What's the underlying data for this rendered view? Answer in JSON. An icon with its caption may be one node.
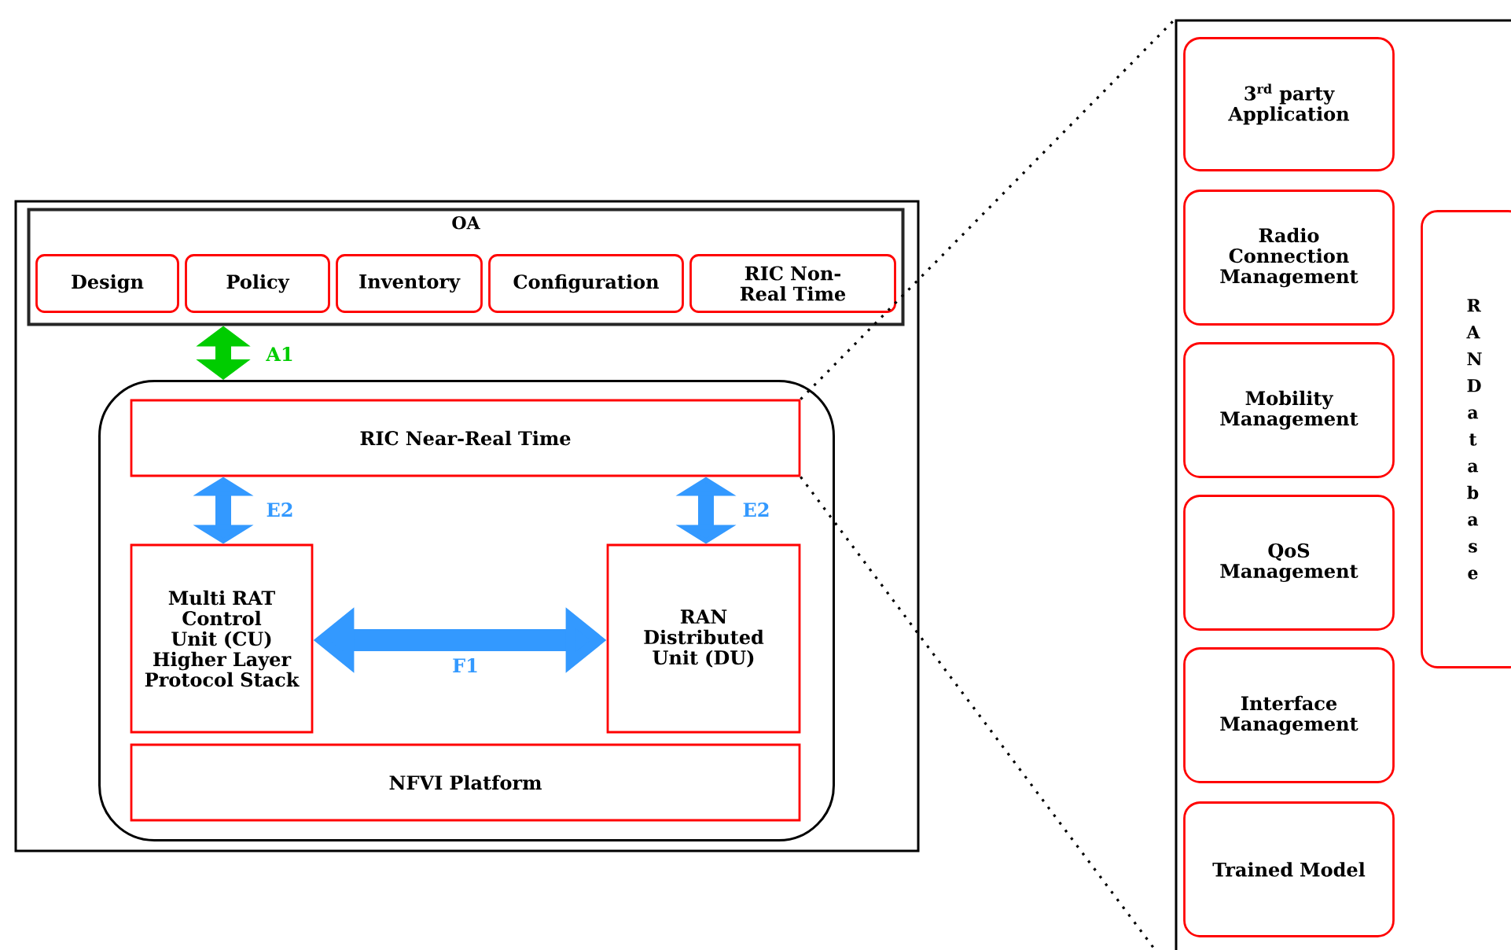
{
  "diagram": {
    "nodes": [
      {
        "text": [],
        "shape": "box"
      },
      {
        "text": [
          "OA"
        ],
        "in": 0
      },
      {
        "text": [
          "Design"
        ],
        "in": 1
      },
      {
        "text": [
          "Policy"
        ],
        "in": 1
      },
      {
        "text": [
          "Inventory"
        ],
        "in": 1
      },
      {
        "text": [
          "Configuration"
        ],
        "in": 1
      },
      {
        "text": [
          "RIC Non-Real Time"
        ],
        "in": 1
      },
      {
        "text": [],
        "shape": "box",
        "in": 0
      },
      {
        "text": [
          "RIC Near-Real Time"
        ],
        "in": 7
      },
      {
        "text": [
          "Multi RAT Control Unit (CU) Higher Layer Protocol Stack"
        ],
        "in": 7
      },
      {
        "text": [
          "RAN Distributed Unit (DU)"
        ],
        "in": 7
      },
      {
        "text": [
          "NFVI Platform"
        ],
        "in": 7
      },
      {
        "text": [],
        "shape": "box"
      },
      {
        "text": [
          "3$^{rd}$ party Application"
        ],
        "in": 12
      },
      {
        "text": [
          "Radio Connection Management"
        ],
        "in": 12
      },
      {
        "text": [
          "Mobility Management"
        ],
        "in": 12
      },
      {
        "text": [
          "QoS Management"
        ],
        "in": 12
      },
      {
        "text": [
          "Interface Management"
        ],
        "in": 12
      },
      {
        "text": [
          "Trained Model"
        ],
        "in": 12
      },
      {
        "text": [
          "R A N D a t a b a s e"
        ],
        "in": 12
      }
    ],
    "edges": [
      {
        "from": 1,
        "to": 7,
        "arrow": "both",
        "label": "A1",
        "color": "#00cc00"
      },
      {
        "from": 8,
        "to": 9,
        "arrow": "both",
        "label": "E2",
        "color": "#3399ff"
      },
      {
        "from": 8,
        "to": 10,
        "arrow": "both",
        "label": "E2",
        "color": "#3399ff"
      },
      {
        "from": 9,
        "to": 10,
        "arrow": "both",
        "label": "F1",
        "color": "#3399ff"
      },
      {
        "from": 8,
        "to": 12,
        "arrow": "none",
        "style": "dashed",
        "color": "#000000"
      },
      {
        "from": 8,
        "to": 12,
        "arrow": "none",
        "style": "dashed",
        "color": "#000000"
      }
    ]
  }
}
